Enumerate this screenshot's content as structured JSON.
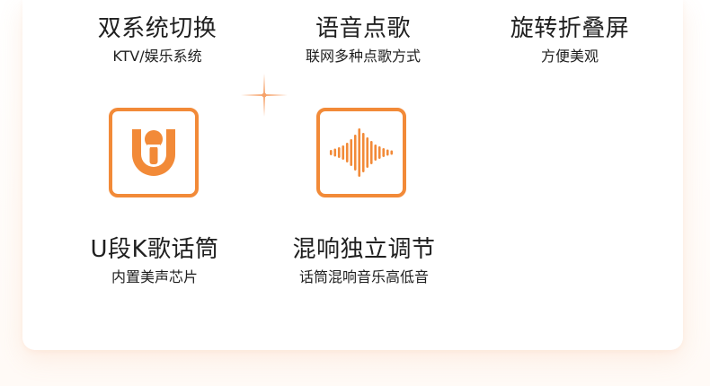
{
  "features": [
    {
      "title": "双系统切换",
      "subtitle": "KTV/娱乐系统"
    },
    {
      "title": "语音点歌",
      "subtitle": "联网多种点歌方式"
    },
    {
      "title": "旋转折叠屏",
      "subtitle": "方便美观"
    },
    {
      "title": "U段K歌话筒",
      "subtitle": "内置美声芯片",
      "icon": "microphone-u-icon"
    },
    {
      "title": "混响独立调节",
      "subtitle": "话筒混响音乐高低音",
      "icon": "sound-wave-icon"
    }
  ],
  "colors": {
    "accent": "#f28a38",
    "text": "#1f1f1f"
  }
}
